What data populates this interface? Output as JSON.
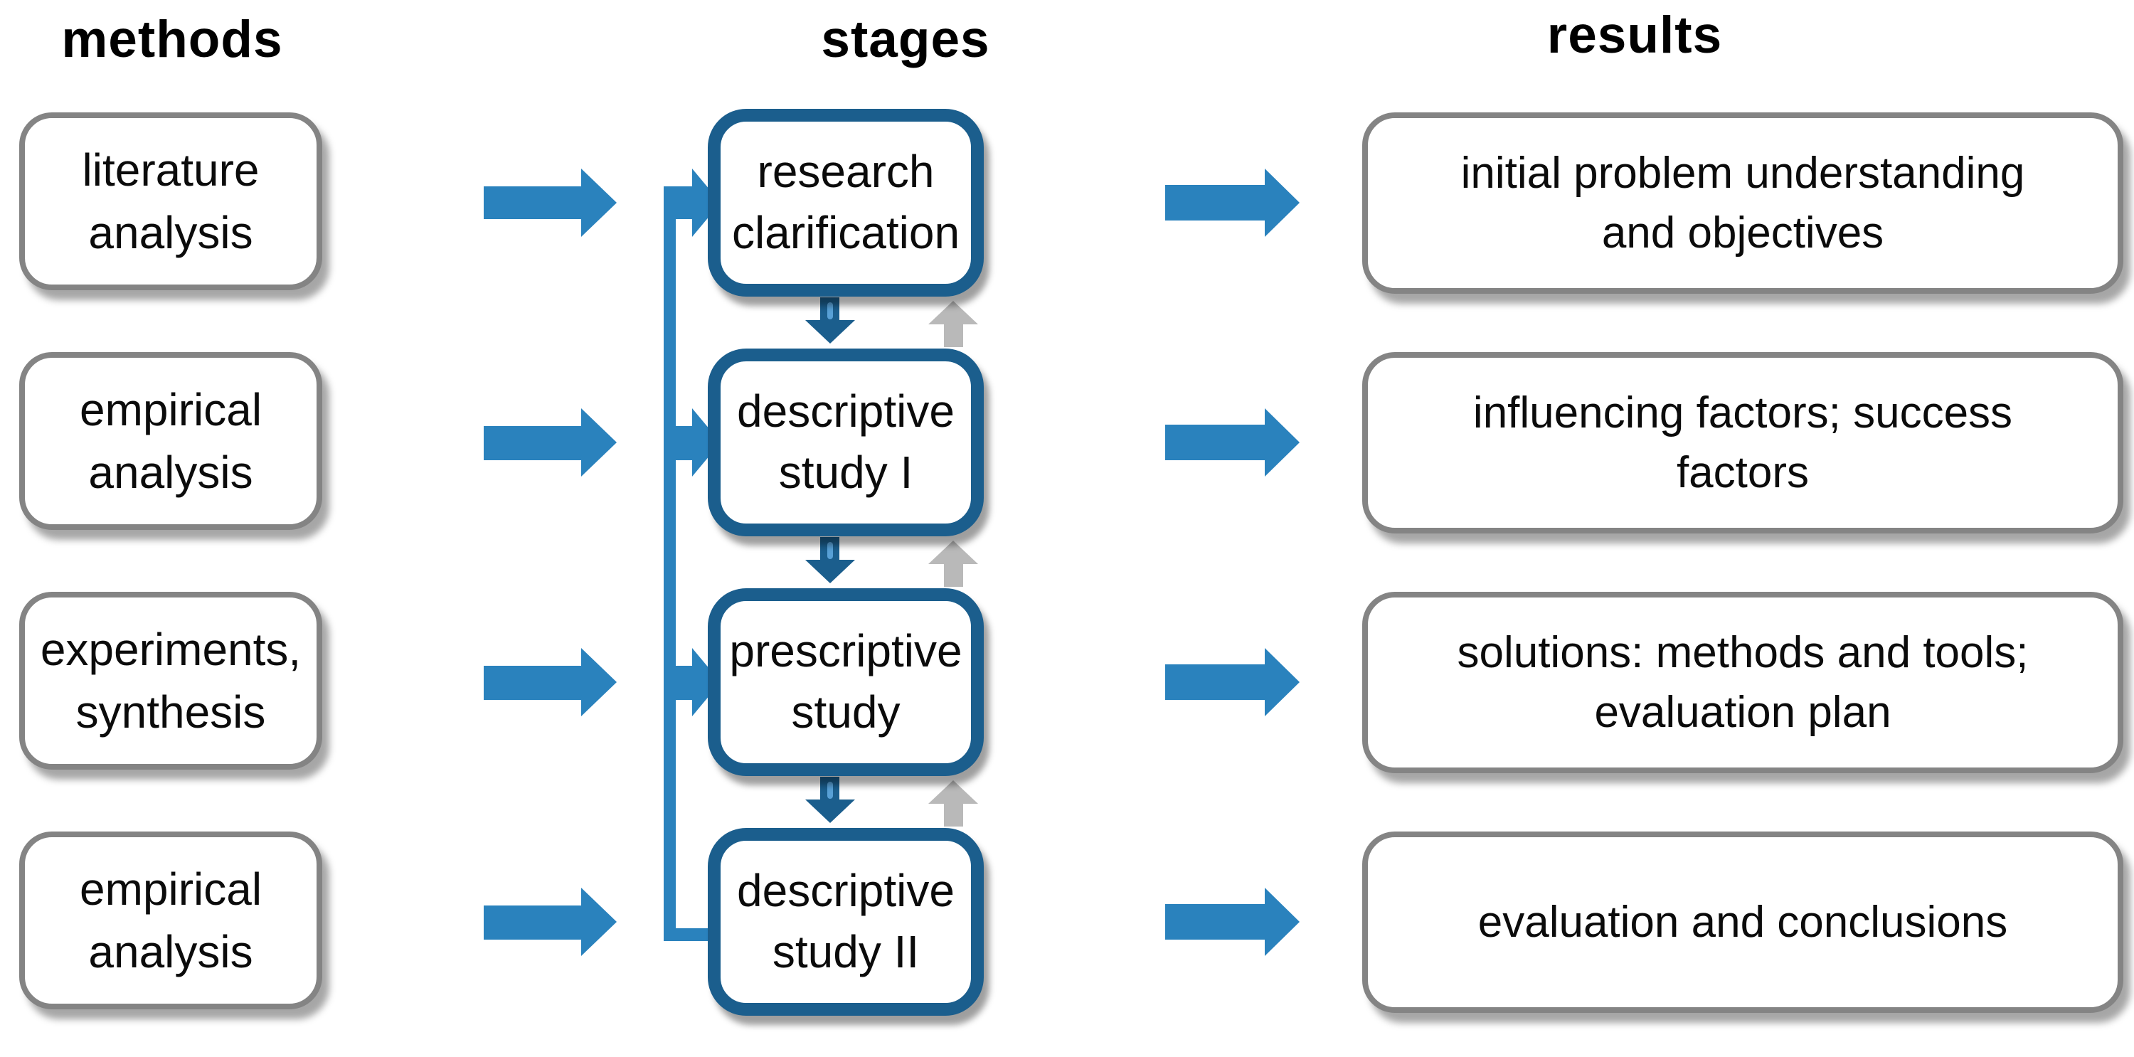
{
  "headers": {
    "methods": "methods",
    "stages": "stages",
    "results": "results"
  },
  "methods": [
    "literature\nanalysis",
    "empirical\nanalysis",
    "experiments,\nsynthesis",
    "empirical\nanalysis"
  ],
  "stages": [
    "research\nclarification",
    "descriptive\nstudy I",
    "prescriptive\nstudy",
    "descriptive\nstudy II"
  ],
  "results": [
    "initial problem understanding\nand objectives",
    "influencing factors; success\nfactors",
    "solutions: methods and tools;\nevaluation plan",
    "evaluation and conclusions"
  ],
  "connectors": {
    "method_to_stage": "right-arrow",
    "stage_to_result": "right-arrow",
    "stage_to_stage_forward": "down-arrow",
    "stage_iteration_back": "up-arrow",
    "stages_spine": "vertical-line-with-branches"
  },
  "colors": {
    "flow_blue": "#2a82bd",
    "stage_blue": "#1b5e8d",
    "dash_blue": "#58a0d6",
    "gray_arrow": "#b9b9b9",
    "gray_border": "#848484",
    "text": "#0b0b0b",
    "background": "#ffffff"
  }
}
